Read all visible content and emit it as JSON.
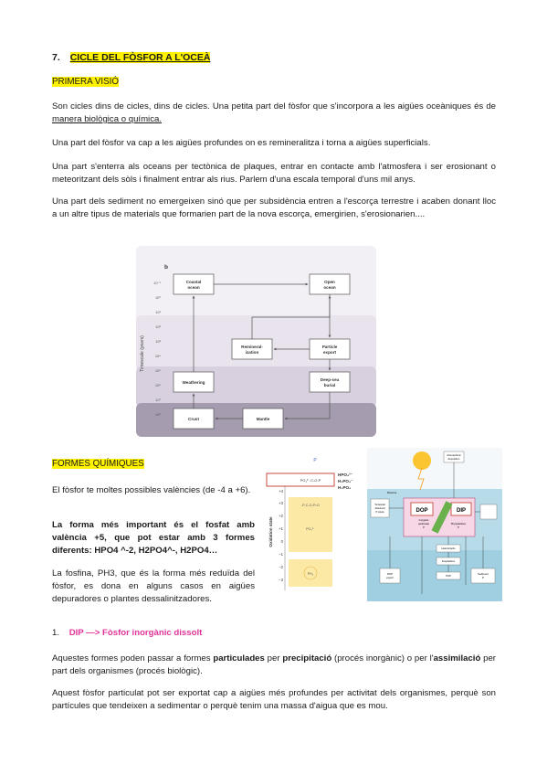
{
  "heading": {
    "number": "7.",
    "title": "CICLE DEL FÒSFOR A L'OCEÀ"
  },
  "section1": {
    "title": "PRIMERA VISIÓ"
  },
  "p1": {
    "a": "Son cicles dins de cicles, dins de cicles. Una petita part del fòsfor que s'incorpora a les aigües oceàniques és de ",
    "b": "manera biològica o química."
  },
  "p2": "Una part del fòsfor va cap a les aigües profundes on es remineralitza i torna a aigües superficials.",
  "p3": "Una part s'enterra als oceans per tectònica de plaques, entrar en contacte amb l'atmosfera i ser erosionant o meteoritzant dels sòls i finalment entrar als rius. Parlem d'una escala temporal d'uns mil anys.",
  "p4": "Una part dels sediment no emergeixen sinó que per subsidència entren a l'escorça terrestre i acaben donant lloc a un altre tipus de materials que formarien part de la nova escorça, emergirien, s'erosionarien....",
  "figure1": {
    "panel_letter": "b",
    "ylabel": "Timescale (years)",
    "ticks": [
      "10⁻¹",
      "10⁰",
      "10¹",
      "10²",
      "10³",
      "10⁴",
      "10⁵",
      "10⁶",
      "10⁷",
      "10⁸"
    ],
    "boxes": {
      "coastal": [
        "Coastal",
        "ocean"
      ],
      "open": [
        "Open",
        "ocean"
      ],
      "remin": [
        "Remineral-",
        "ization"
      ],
      "particle": [
        "Particle",
        "export"
      ],
      "weathering": [
        "Weathering"
      ],
      "deepsea": [
        "Deep-sea",
        "burial"
      ],
      "crust": [
        "Crust"
      ],
      "mantle": [
        "Mantle"
      ]
    }
  },
  "section2": {
    "title": "FORMES QUÍMIQUES"
  },
  "q1": "El fòsfor te moltes possibles valències (de -4 a +6).",
  "q2": "La forma més important és el fosfat amb valència +5, que pot estar amb 3 formes diferents: HPO4 ^-2, H2PO4^-, H2PO4…",
  "q3": "La fosfina, PH3, que és la forma més reduïda del fòsfor, es dona en alguns casos en aigües depuradores o plantes dessalinitzadores.",
  "figure2": {
    "letter": "P",
    "axis_label": "Oxidation state",
    "levels": [
      "+5",
      "+4",
      "+3",
      "+2",
      "+1",
      "0",
      "−1",
      "−2",
      "−3"
    ],
    "species_plus5": [
      "HPO₄²⁻",
      "H₂PO₄⁻",
      "H₃PO₄"
    ],
    "box_top": "PO₄³⁻-C-O-P",
    "box_mid": "-P-C-O-P=O",
    "box_mid2": "PO₃³⁻",
    "box_bot": "PH₃"
  },
  "figure3": {
    "atmos": [
      "Atmospheric",
      "deposition"
    ],
    "rivers": "Riverine",
    "terrestrial": [
      "Terrestrial",
      "dissolved",
      "P inputs"
    ],
    "dop": "DOP",
    "dip": "DIP",
    "inorganic": [
      "Inorganic",
      "particulate",
      "P"
    ],
    "plankton": [
      "Phytoplankton",
      "P"
    ],
    "bacteria": "Heterotrophs",
    "poc": "Zooplankton",
    "ppexport": "POP",
    "dopexport": [
      "DOP",
      "export"
    ],
    "sediment": [
      "Sediment",
      "P"
    ]
  },
  "item1": {
    "num": "1.",
    "label": "DIP —> Fòsfor inorgànic dissolt"
  },
  "r1": {
    "a": "Aquestes formes poden passar a formes ",
    "b": "particulades",
    "c": " per ",
    "d": "precipitació",
    "e": " (procés inorgànic) o per l'",
    "f": "assimilació",
    "g": " per part dels organismes (procés biològic)."
  },
  "r2": "Aquest fòsfor particulat pot ser exportat cap a aigües més profundes per activitat dels organismes, perquè son partícules que tendeixen a sedimentar o perquè tenim una massa d'aigua que es mou."
}
